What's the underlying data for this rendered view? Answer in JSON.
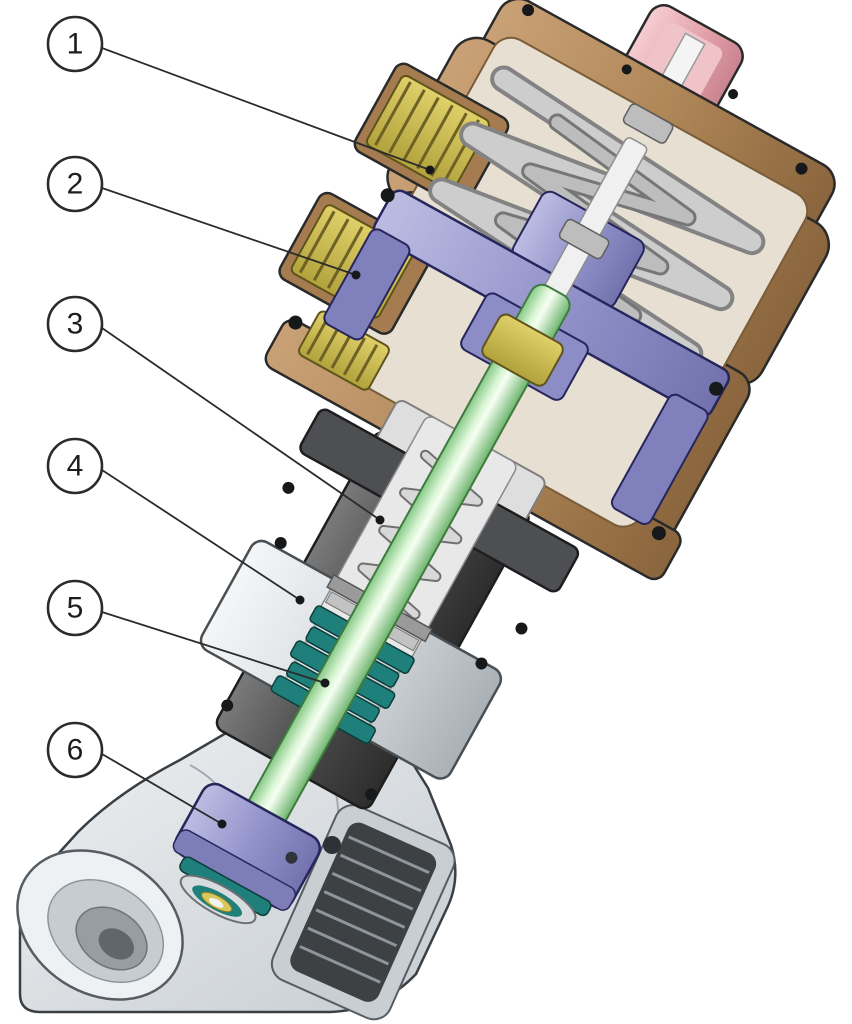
{
  "figure": {
    "background_color": "#ffffff",
    "kind": "engineering-cutaway-diagram"
  },
  "callouts": [
    {
      "number": "1"
    },
    {
      "number": "2"
    },
    {
      "number": "3"
    },
    {
      "number": "4"
    },
    {
      "number": "5"
    },
    {
      "number": "6"
    }
  ],
  "colors": {
    "actuator_housing": "#b08758",
    "pilot_cap": "#e3a2ab",
    "piston": "#9494cc",
    "springs": "#cdcdcd",
    "valve_stem": "#9fdc9f",
    "brass_threads": "#c9b954",
    "seal_packing": "#1f807b",
    "bonnet": "#4d4f52",
    "valve_body": "#dfe3e6",
    "outline": "#2b2b2b"
  }
}
